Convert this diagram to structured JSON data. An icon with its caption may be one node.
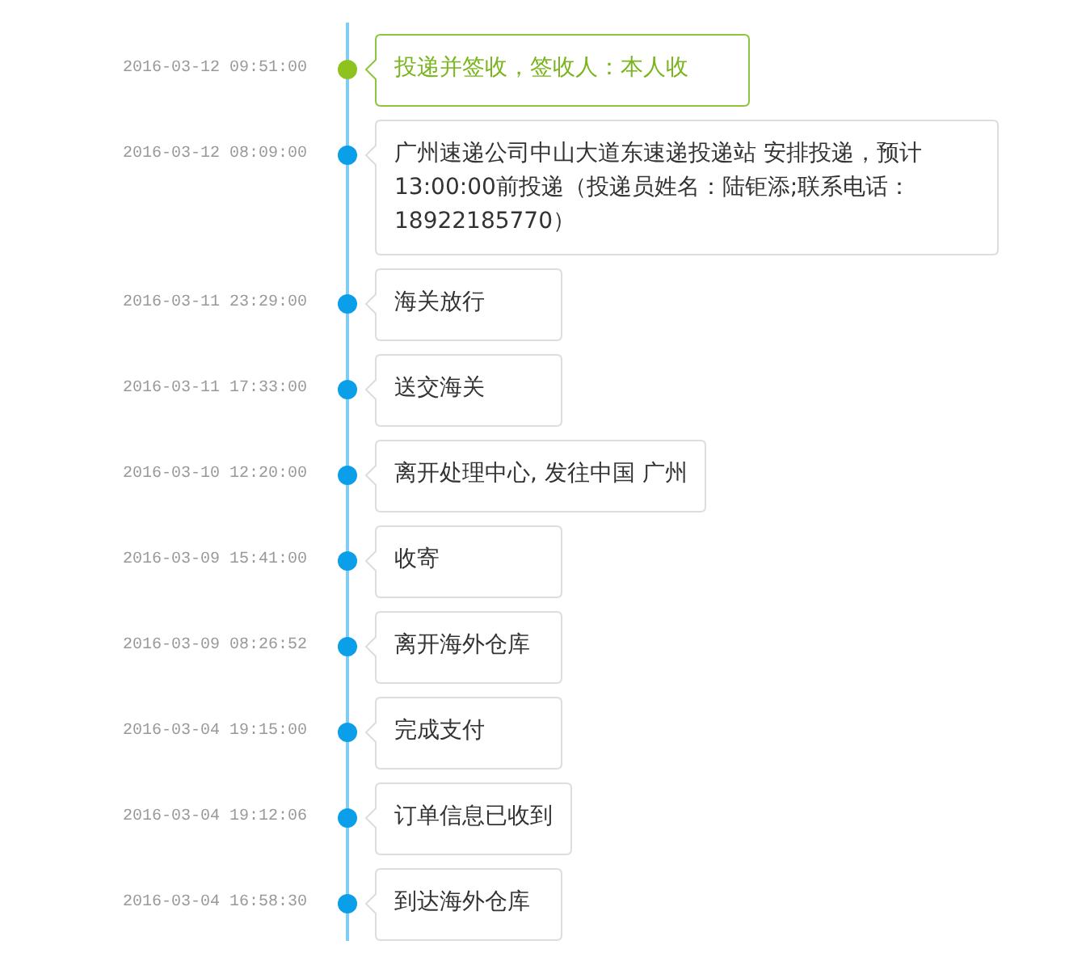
{
  "diagram": {
    "nodes": [
      {
        "text": [
          "投递并签收，签收人：本人收"
        ],
        "beside": [
          "2016-03-12 09:51:00"
        ]
      },
      {
        "text": [
          "广州速递公司中山大道东速递投递站 安排投递，预计13:00:00前投递（投递员姓名：陆钜添;联系电话：18922185770）"
        ],
        "beside": [
          "2016-03-12 08:09:00"
        ]
      },
      {
        "text": [
          "海关放行"
        ],
        "beside": [
          "2016-03-11 23:29:00"
        ]
      },
      {
        "text": [
          "送交海关"
        ],
        "beside": [
          "2016-03-11 17:33:00"
        ]
      },
      {
        "text": [
          "离开处理中心, 发往中国 广州"
        ],
        "beside": [
          "2016-03-10 12:20:00"
        ]
      },
      {
        "text": [
          "收寄"
        ],
        "beside": [
          "2016-03-09 15:41:00"
        ]
      },
      {
        "text": [
          "离开海外仓库"
        ],
        "beside": [
          "2016-03-09 08:26:52"
        ]
      },
      {
        "text": [
          "完成支付"
        ],
        "beside": [
          "2016-03-04 19:15:00"
        ]
      },
      {
        "text": [
          "订单信息已收到"
        ],
        "beside": [
          "2016-03-04 19:12:06"
        ]
      },
      {
        "text": [
          "到达海外仓库"
        ],
        "beside": [
          "2016-03-04 16:58:30"
        ]
      }
    ]
  }
}
